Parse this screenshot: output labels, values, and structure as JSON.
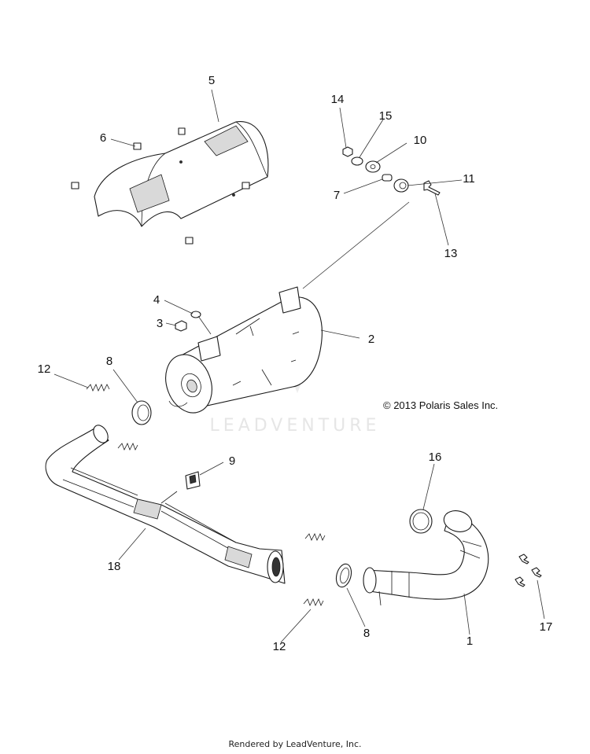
{
  "copyright": "© 2013 Polaris Sales Inc.",
  "watermark": "LEADVENTURE",
  "footer": "Rendered by LeadVenture, Inc.",
  "callouts": {
    "c5": "5",
    "c6": "6",
    "c14": "14",
    "c15": "15",
    "c10": "10",
    "c7": "7",
    "c11": "11",
    "c13": "13",
    "c4": "4",
    "c3": "3",
    "c2": "2",
    "c12a": "12",
    "c8a": "8",
    "c9": "9",
    "c16": "16",
    "c18": "18",
    "c17": "17",
    "c8b": "8",
    "c12b": "12",
    "c1": "1"
  }
}
